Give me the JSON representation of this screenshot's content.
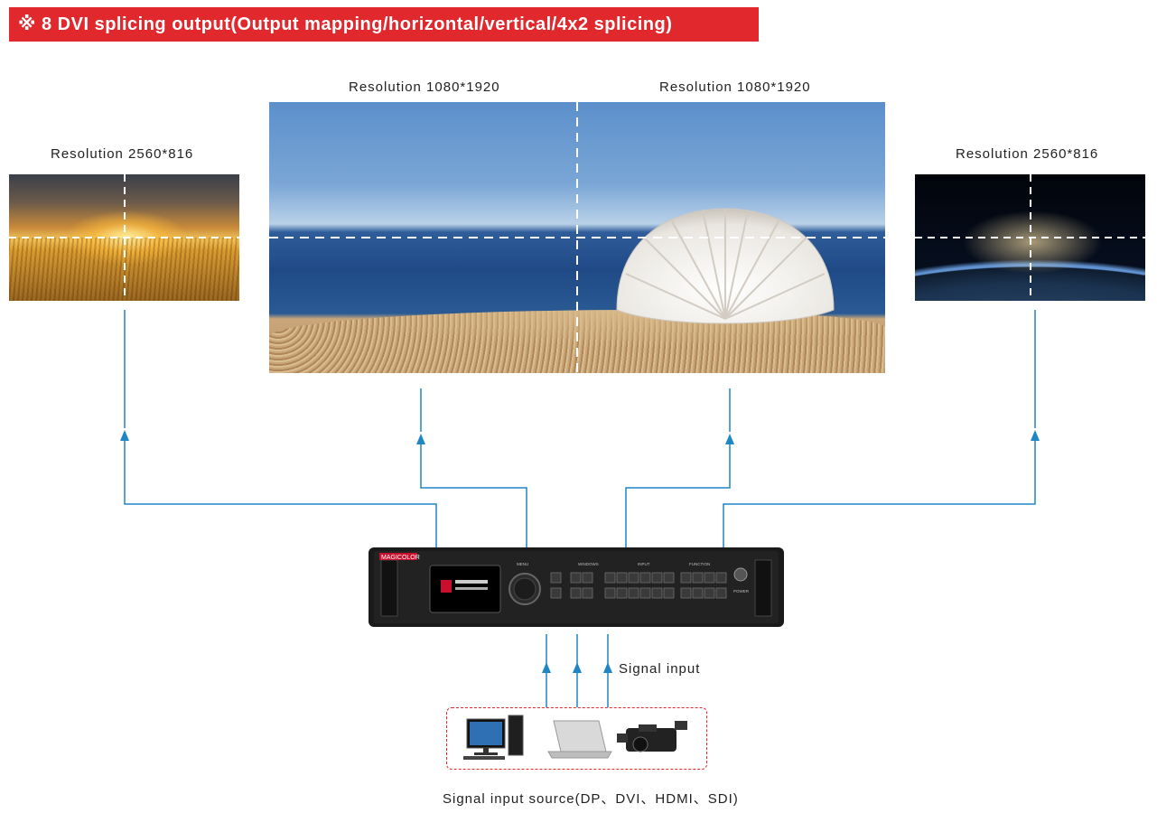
{
  "banner": {
    "title": "※ 8 DVI splicing output(Output mapping/horizontal/vertical/4x2 splicing)"
  },
  "outputs": {
    "left_label": "Resolution 2560*816",
    "center_left_label": "Resolution 1080*1920",
    "center_right_label": "Resolution 1080*1920",
    "right_label": "Resolution 2560*816"
  },
  "device": {
    "brand": "MAGICOLOR",
    "knob_label": "MENU",
    "group_labels": [
      "WINDOWS",
      "INPUT",
      "FUNCTION"
    ],
    "power_label": "POWER"
  },
  "signal": {
    "input_label": "Signal input",
    "source_label": "Signal input source(DP、DVI、HDMI、SDI)"
  },
  "colors": {
    "accent": "#e1282d",
    "line": "#1f86c6"
  }
}
